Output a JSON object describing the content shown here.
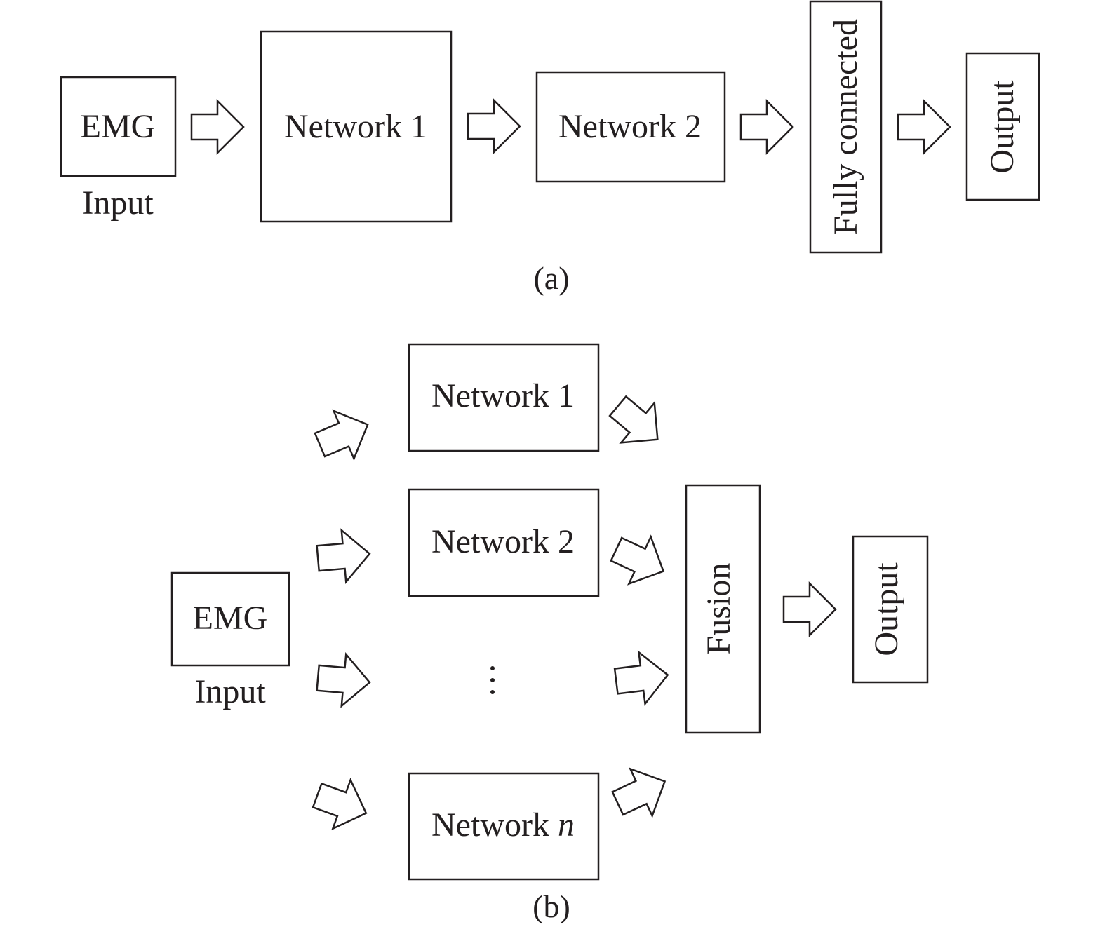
{
  "colors": {
    "ink": "#231f20",
    "background": "#ffffff"
  },
  "a": {
    "emg": "EMG",
    "input": "Input",
    "network1": "Network 1",
    "network2": "Network 2",
    "fully_connected": "Fully connected",
    "output": "Output",
    "caption": "(a)"
  },
  "b": {
    "emg": "EMG",
    "input": "Input",
    "network1": "Network 1",
    "network2": "Network 2",
    "network_n_prefix": "Network ",
    "network_n_suffix": "n",
    "ellipsis": "⋮",
    "fusion": "Fusion",
    "output": "Output",
    "caption": "(b)"
  }
}
